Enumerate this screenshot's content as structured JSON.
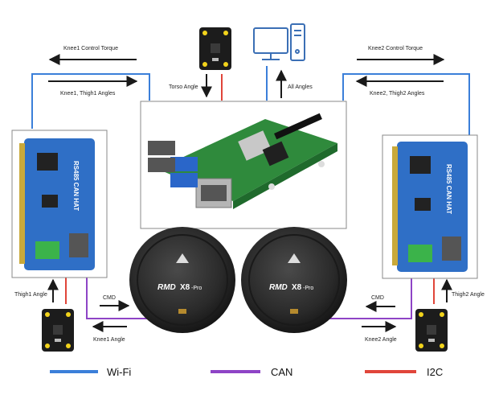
{
  "labels": {
    "knee1_control_torque": "Knee1 Control Torque",
    "knee1_thigh1_angles": "Knee1, Thigh1 Angles",
    "torso_angle": "Torso Angle",
    "all_angles": "All Angles",
    "knee2_control_torque": "Knee2 Control Torque",
    "knee2_thigh2_angles": "Knee2, Thigh2 Angles",
    "thigh1_angle": "Thigh1 Angle",
    "cmd_left": "CMD",
    "knee1_angle": "Knee1 Angle",
    "thigh2_angle": "Thigh2 Angle",
    "cmd_right": "CMD",
    "knee2_angle": "Knee2 Angle"
  },
  "boards": {
    "hat_left_text": "RS485 CAN HAT",
    "hat_right_text": "RS485 CAN HAT",
    "motor_left_brand": "RMD",
    "motor_left_model": "X8",
    "motor_left_suffix": "-Pro",
    "motor_right_brand": "RMD",
    "motor_right_model": "X8",
    "motor_right_suffix": "-Pro"
  },
  "legend": [
    {
      "label": "Wi-Fi",
      "color": "#3b7fd9"
    },
    {
      "label": "CAN",
      "color": "#8e44c6"
    },
    {
      "label": "I2C",
      "color": "#e0453a"
    }
  ],
  "colors": {
    "wifi": "#3b7fd9",
    "can": "#8e44c6",
    "i2c": "#e0453a",
    "arrow": "#1a1a1a"
  }
}
